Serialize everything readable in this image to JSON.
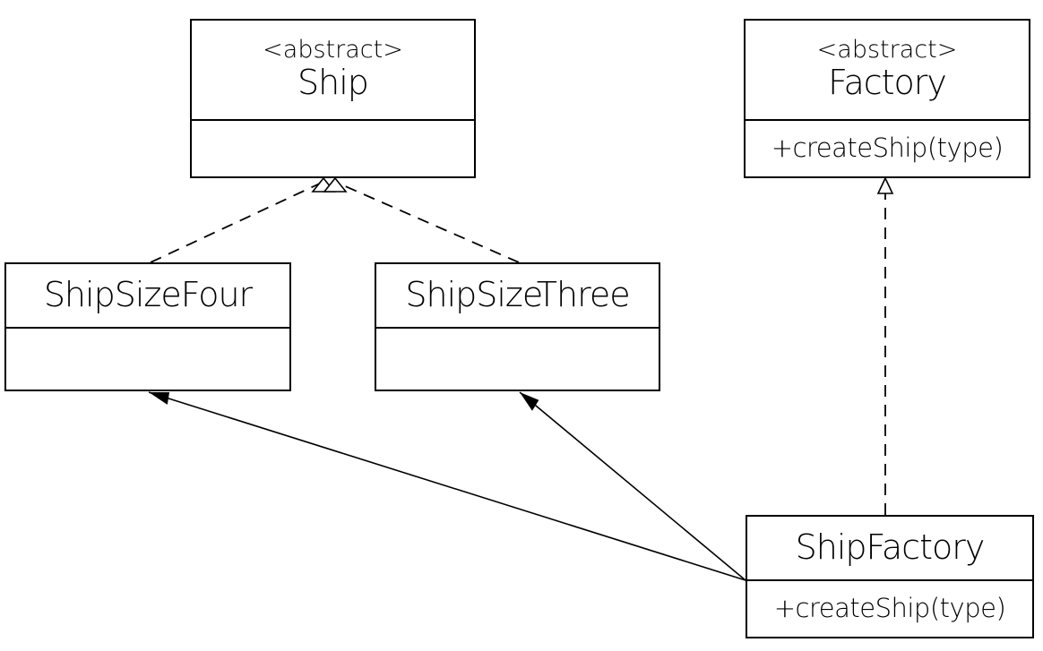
{
  "classes": [
    {
      "id": "ship",
      "stereotype": "<abstract>",
      "name": "Ship",
      "methods": []
    },
    {
      "id": "factory",
      "stereotype": "<abstract>",
      "name": "Factory",
      "methods": [
        "+createShip(type)"
      ]
    },
    {
      "id": "shipSizeFour",
      "stereotype": "",
      "name": "ShipSizeFour",
      "methods": []
    },
    {
      "id": "shipSizeThree",
      "stereotype": "",
      "name": "ShipSizeThree",
      "methods": []
    },
    {
      "id": "shipFactory",
      "stereotype": "",
      "name": "ShipFactory",
      "methods": [
        "+createShip(type)"
      ]
    }
  ],
  "relations": [
    {
      "from": "ShipSizeFour",
      "to": "Ship",
      "type": "realization",
      "line": "dashed",
      "arrowhead": "hollow-triangle"
    },
    {
      "from": "ShipSizeThree",
      "to": "Ship",
      "type": "realization",
      "line": "dashed",
      "arrowhead": "hollow-triangle"
    },
    {
      "from": "ShipFactory",
      "to": "Factory",
      "type": "realization",
      "line": "dashed",
      "arrowhead": "hollow-triangle"
    },
    {
      "from": "ShipFactory",
      "to": "ShipSizeFour",
      "type": "dependency",
      "line": "solid",
      "arrowhead": "filled-triangle"
    },
    {
      "from": "ShipFactory",
      "to": "ShipSizeThree",
      "type": "dependency",
      "line": "solid",
      "arrowhead": "filled-triangle"
    }
  ],
  "colors": {
    "line": "#000000",
    "background": "#ffffff",
    "text": "#000000"
  }
}
